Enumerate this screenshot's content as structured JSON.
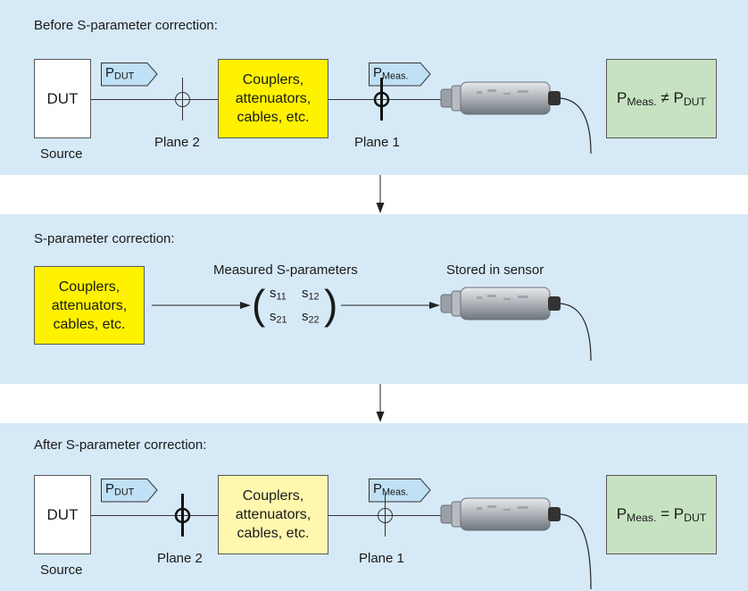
{
  "panels": {
    "before": {
      "title": "Before S-parameter correction:",
      "dut": "DUT",
      "source": "Source",
      "tag_dut_main": "P",
      "tag_dut_sub": "DUT",
      "tag_meas_main": "P",
      "tag_meas_sub": "Meas.",
      "coupler_lines": [
        "Couplers,",
        "attenuators,",
        "cables, etc."
      ],
      "plane2": "Plane 2",
      "plane1": "Plane 1",
      "result_p1": "P",
      "result_s1": "Meas.",
      "result_op": "≠",
      "result_p2": "P",
      "result_s2": "DUT"
    },
    "sparam": {
      "title": "S-parameter correction:",
      "coupler_lines": [
        "Couplers,",
        "attenuators,",
        "cables, etc."
      ],
      "measured_label": "Measured S-parameters",
      "stored_label": "Stored in sensor",
      "matrix": {
        "s11": "s",
        "s11_sub": "11",
        "s12": "s",
        "s12_sub": "12",
        "s21": "s",
        "s21_sub": "21",
        "s22": "s",
        "s22_sub": "22",
        "open": "(",
        "close": ")"
      }
    },
    "after": {
      "title": "After S-parameter correction:",
      "dut": "DUT",
      "source": "Source",
      "tag_dut_main": "P",
      "tag_dut_sub": "DUT",
      "tag_meas_main": "P",
      "tag_meas_sub": "Meas.",
      "coupler_lines": [
        "Couplers,",
        "attenuators,",
        "cables, etc."
      ],
      "plane2": "Plane 2",
      "plane1": "Plane 1",
      "result_p1": "P",
      "result_s1": "Meas.",
      "result_op": "=",
      "result_p2": "P",
      "result_s2": "DUT"
    }
  },
  "colors": {
    "panel_bg": "#d6e9f7",
    "coupler_yellow": "#fff200",
    "coupler_light": "#fff7ae",
    "result_green": "#c6e2c0",
    "tag_blue": "#bfe0f5"
  },
  "icons": {
    "sensor": "power-sensor-icon",
    "plane_marker": "plane-crosshair-icon",
    "flow_arrow": "arrow-down-icon"
  }
}
